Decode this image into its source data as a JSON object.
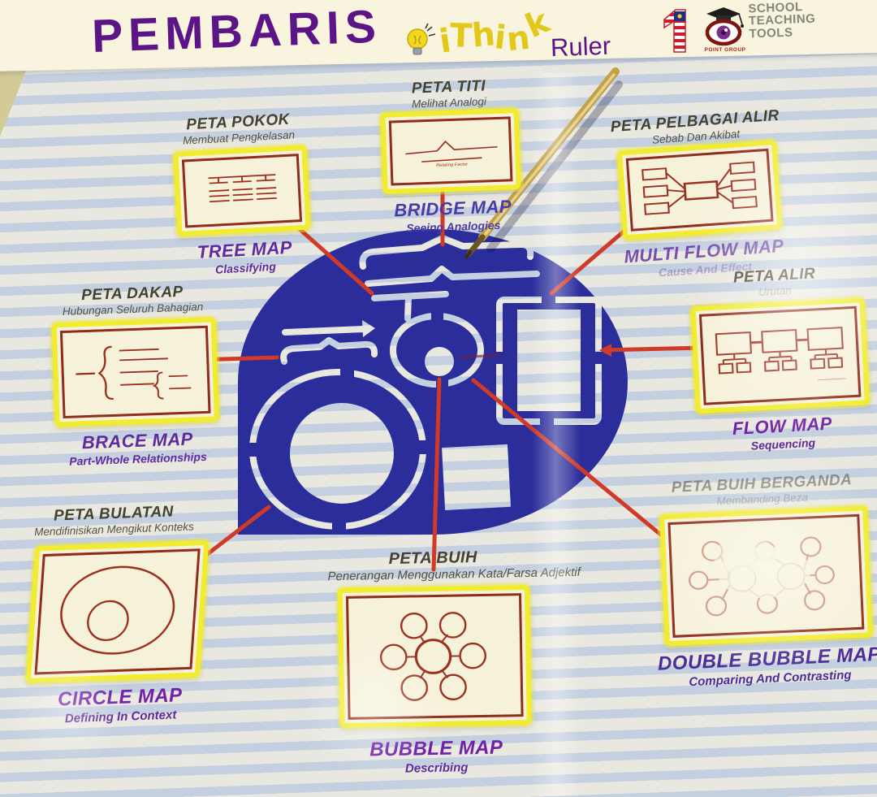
{
  "header": {
    "title": "PEMBARIS",
    "brand": "iThink",
    "subtitle": "Ruler",
    "one_logo_numeral": "1",
    "point_group_label": "POINT GROUP",
    "school_tools_label": "SCHOOL\nTEACHING\nTOOLS"
  },
  "maps": {
    "tree": {
      "malay": "PETA POKOK",
      "malay_desc": "Membuat Pengkelasan",
      "english": "TREE MAP",
      "english_desc": "Classifying"
    },
    "bridge": {
      "malay": "PETA TITI",
      "malay_desc": "Melihat Analogi",
      "english": "BRIDGE MAP",
      "english_desc": "Seeing Analogies",
      "thumb_label": "Relating Factor"
    },
    "multiflow": {
      "malay": "PETA PELBAGAI ALIR",
      "malay_desc": "Sebab Dan Akibat",
      "english": "MULTI FLOW MAP",
      "english_desc": "Cause And Effect"
    },
    "flow": {
      "malay": "PETA ALIR",
      "malay_desc": "Urutan",
      "english": "FLOW MAP",
      "english_desc": "Sequencing"
    },
    "brace": {
      "malay": "PETA DAKAP",
      "malay_desc": "Hubungan Seluruh Bahagian",
      "english": "BRACE MAP",
      "english_desc": "Part-Whole Relationships"
    },
    "circle": {
      "malay": "PETA BULATAN",
      "malay_desc": "Mendifinisikan Mengikut Konteks",
      "english": "CIRCLE MAP",
      "english_desc": "Defining In Context"
    },
    "bubble": {
      "malay": "PETA BUIH",
      "malay_desc": "Penerangan Menggunakan Kata/Farsa Adjektif",
      "english": "BUBBLE MAP",
      "english_desc": "Describing"
    },
    "doublebubble": {
      "malay": "PETA BUIH BERGANDA",
      "malay_desc": "Membanding Beza",
      "english": "DOUBLE BUBBLE MAP",
      "english_desc": "Comparing And Contrasting"
    }
  },
  "colors": {
    "brand_purple": "#5c1586",
    "brand_yellow": "#e2c81a",
    "stencil_blue": "#2b2d9b",
    "connector_red": "#d03a26",
    "diagram_red": "#9c3020",
    "box_border_yellow": "#f1ec2f",
    "box_fill_cream": "#f6f1d9"
  }
}
